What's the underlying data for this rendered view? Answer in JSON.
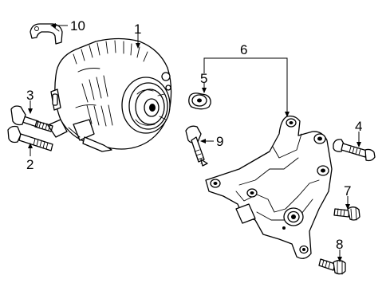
{
  "diagram": {
    "callouts": [
      {
        "id": "1",
        "text": "1"
      },
      {
        "id": "2",
        "text": "2"
      },
      {
        "id": "3",
        "text": "3"
      },
      {
        "id": "4",
        "text": "4"
      },
      {
        "id": "5",
        "text": "5"
      },
      {
        "id": "6",
        "text": "6"
      },
      {
        "id": "7",
        "text": "7"
      },
      {
        "id": "8",
        "text": "8"
      },
      {
        "id": "9",
        "text": "9"
      },
      {
        "id": "10",
        "text": "10"
      }
    ],
    "colors": {
      "line": "#000000",
      "background": "#ffffff"
    }
  }
}
